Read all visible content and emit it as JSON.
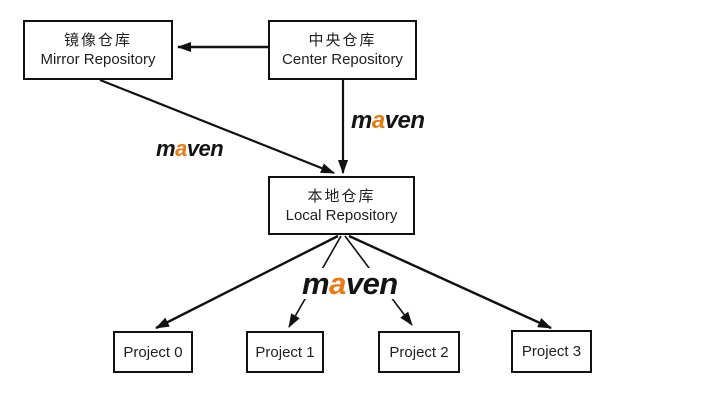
{
  "colors": {
    "maven_accent": "#e87a12",
    "line": "#111111",
    "box_border": "#111111",
    "text": "#1f1f1f"
  },
  "maven_logo": {
    "m": "m",
    "a": "a",
    "ven": "ven"
  },
  "nodes": {
    "mirror": {
      "zh": "镜像仓库",
      "en": "Mirror Repository"
    },
    "center": {
      "zh": "中央仓库",
      "en": "Center Repository"
    },
    "local": {
      "zh": "本地仓库",
      "en": "Local Repository"
    },
    "projects": [
      {
        "label": "Project 0"
      },
      {
        "label": "Project 1"
      },
      {
        "label": "Project 2"
      },
      {
        "label": "Project 3"
      }
    ]
  },
  "edges": [
    {
      "from": "center-repository",
      "to": "mirror-repository"
    },
    {
      "from": "mirror-repository",
      "to": "local-repository"
    },
    {
      "from": "center-repository",
      "to": "local-repository"
    },
    {
      "from": "local-repository",
      "to": "project-0"
    },
    {
      "from": "local-repository",
      "to": "project-1"
    },
    {
      "from": "local-repository",
      "to": "project-2"
    },
    {
      "from": "local-repository",
      "to": "project-3"
    }
  ]
}
